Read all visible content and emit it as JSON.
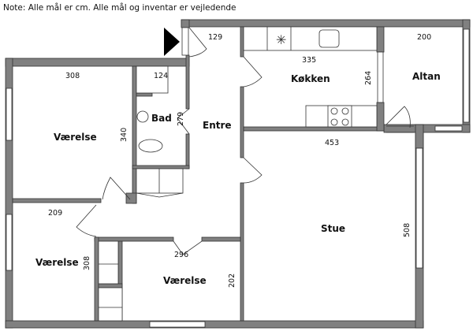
{
  "note": "Note: Alle mål er cm. Alle mål og inventar er vejledende",
  "rooms": {
    "entre": {
      "label": "Entre"
    },
    "bad": {
      "label": "Bad"
    },
    "koekken": {
      "label": "Køkken"
    },
    "altan": {
      "label": "Altan"
    },
    "stue": {
      "label": "Stue"
    },
    "vaerelse1": {
      "label": "Værelse"
    },
    "vaerelse2": {
      "label": "Værelse"
    },
    "vaerelse3": {
      "label": "Værelse"
    }
  },
  "dimensions": {
    "entrance": "129",
    "bad_closet": "124",
    "bad": "279",
    "vaerelse1_w": "308",
    "vaerelse1_h": "340",
    "koekken_w": "335",
    "koekken_h": "264",
    "altan": "200",
    "stue_w": "453",
    "stue_h": "508",
    "vaerelse2_w": "209",
    "vaerelse2_h": "308",
    "vaerelse3_w": "296",
    "vaerelse3_h": "202"
  }
}
